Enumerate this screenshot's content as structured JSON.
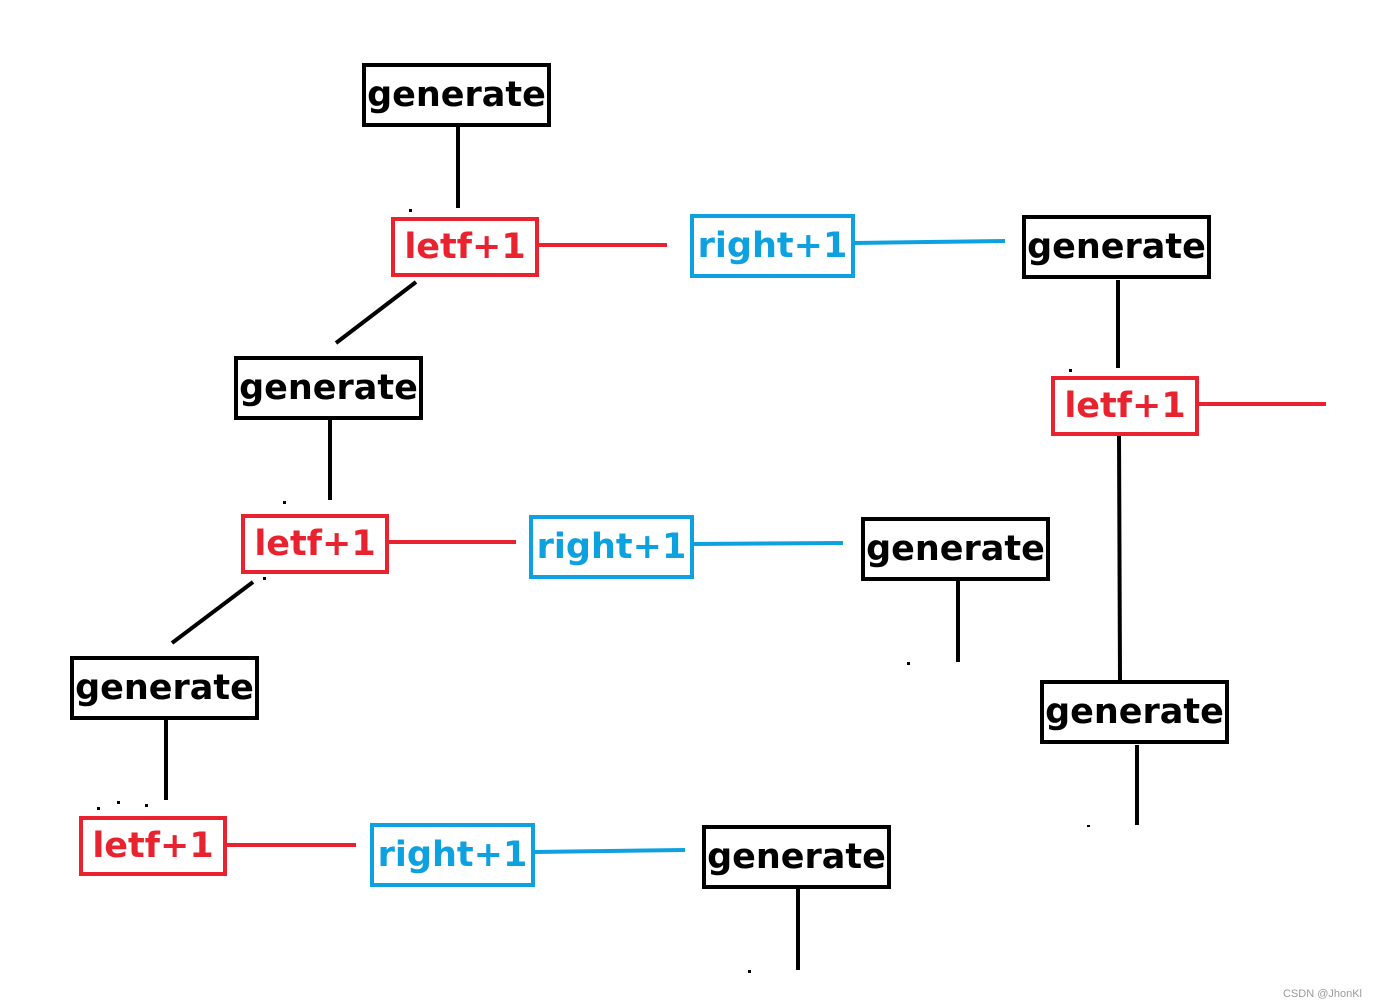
{
  "labels": {
    "generate": "generate",
    "left": "letf+1",
    "right": "right+1"
  },
  "colors": {
    "generate": "#000000",
    "left": "#e8232f",
    "right": "#0ea1e0",
    "background": "#ffffff"
  },
  "watermark": "CSDN @JhonKl"
}
